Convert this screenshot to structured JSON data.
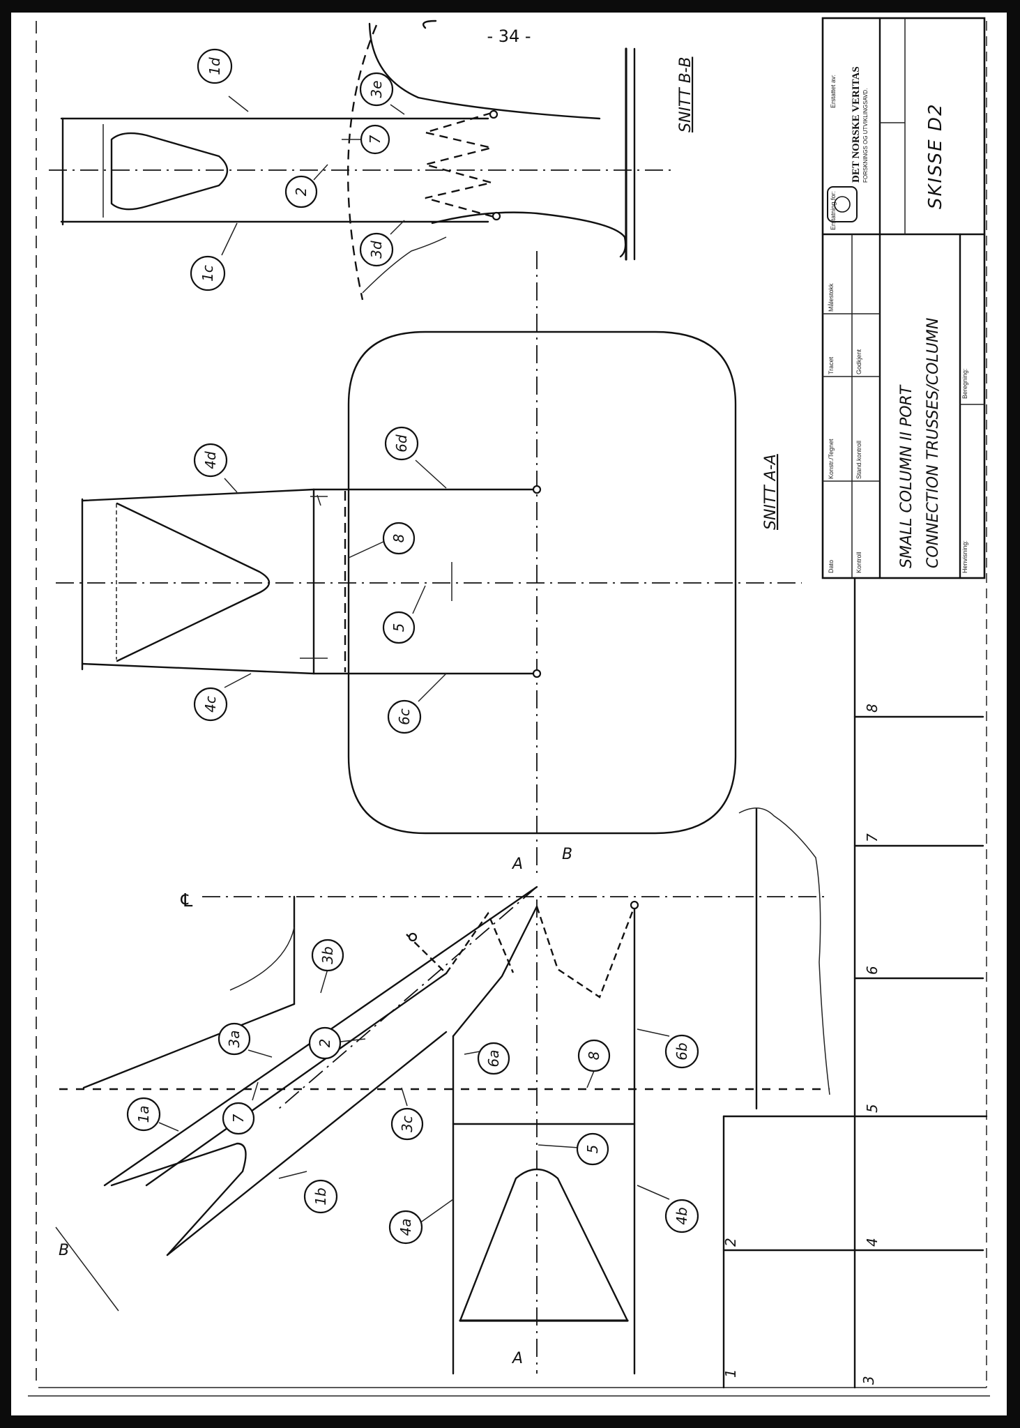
{
  "page_number": "- 34 -",
  "views": {
    "section_aa": "SNITT A-A",
    "section_bb": "SNITT B-B",
    "centerline_symbol": "℄",
    "cut_marker_a": "A",
    "cut_marker_b": "B"
  },
  "part_labels": {
    "p1a": "1a",
    "p1b": "1b",
    "p1c": "1c",
    "p1d": "1d",
    "p2a": "2",
    "p2b": "2",
    "p3a": "3a",
    "p3b": "3b",
    "p3c": "3c",
    "p3d": "3d",
    "p3e": "3e",
    "p4a": "4a",
    "p4b": "4b",
    "p4c": "4c",
    "p4d": "4d",
    "p5a": "5",
    "p5b": "5",
    "p6a": "6a",
    "p6b": "6b",
    "p6c": "6c",
    "p6d": "6d",
    "p7a": "7",
    "p7b": "7",
    "p8a": "8",
    "p8b": "8"
  },
  "title_block": {
    "company_name": "DET NORSKE VERITAS",
    "company_sub": "FORSKNINGS OG UTVIKLINGSAVD.",
    "fields": {
      "dato": "Dato",
      "konstr": "Konstr./Tegnet",
      "tracet": "Tracet",
      "malestokk": "Målestokk",
      "kontroll": "Kontroll",
      "stand": "Stand.kontroll",
      "godkjent": "Godkjent",
      "erstatning": "Erstatning for:",
      "erstattet": "Erstattet av:",
      "henvisning": "Henvisning:",
      "beregning": "Beregning:"
    },
    "title_line1": "SMALL COLUMN II PORT",
    "title_line2": "CONNECTION TRUSSES/COLUMN",
    "drawing_id": "SKISSE D2"
  },
  "margin_numbers": [
    "1",
    "2",
    "3",
    "4",
    "5",
    "6",
    "7",
    "8"
  ]
}
